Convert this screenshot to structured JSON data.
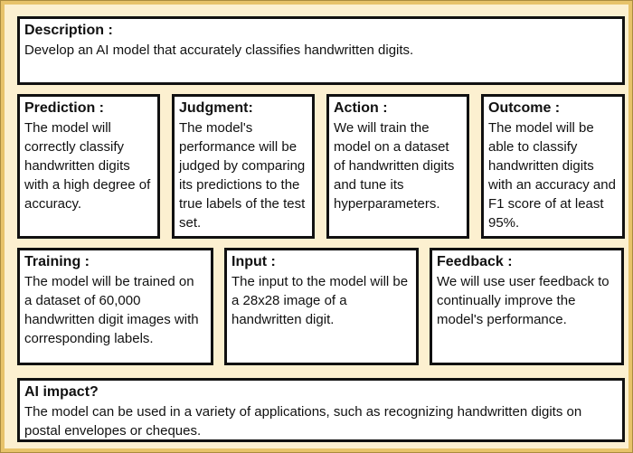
{
  "colors": {
    "frame_border": "#e7c36a",
    "frame_border_edge": "#aa8c3f",
    "background": "#fcf0d0",
    "box_background": "#ffffff",
    "box_border": "#111111",
    "text": "#111111"
  },
  "boxes": {
    "description": {
      "title": "Description :",
      "body": "Develop an AI model that accurately classifies handwritten digits."
    },
    "prediction": {
      "title": "Prediction :",
      "body": "The model will\ncorrectly classify\nhandwritten digits\nwith a high degree of\naccuracy."
    },
    "judgment": {
      "title": "Judgment:",
      "body": "The model's\nperformance will be\njudged by comparing\nits predictions to the\ntrue labels of the test\nset."
    },
    "action": {
      "title": "Action :",
      "body": "We will train the\nmodel on a dataset\nof handwritten digits\nand tune its\nhyperparameters."
    },
    "outcome": {
      "title": "Outcome :",
      "body": "The model will be\nable to classify\nhandwritten digits\nwith an accuracy and\nF1 score of at least\n95%."
    },
    "training": {
      "title": "Training :",
      "body": "The model will be trained on\na dataset of 60,000\nhandwritten digit images with\ncorresponding labels."
    },
    "input": {
      "title": "Input :",
      "body": "The input to the model will be\na 28x28 image of a\nhandwritten digit."
    },
    "feedback": {
      "title": "Feedback :",
      "body": "We will use user feedback to\ncontinually improve the\nmodel's performance."
    },
    "ai_impact": {
      "title": "AI impact?",
      "body": "The model can be used in a variety of applications, such as recognizing handwritten digits on\npostal envelopes or cheques."
    }
  }
}
